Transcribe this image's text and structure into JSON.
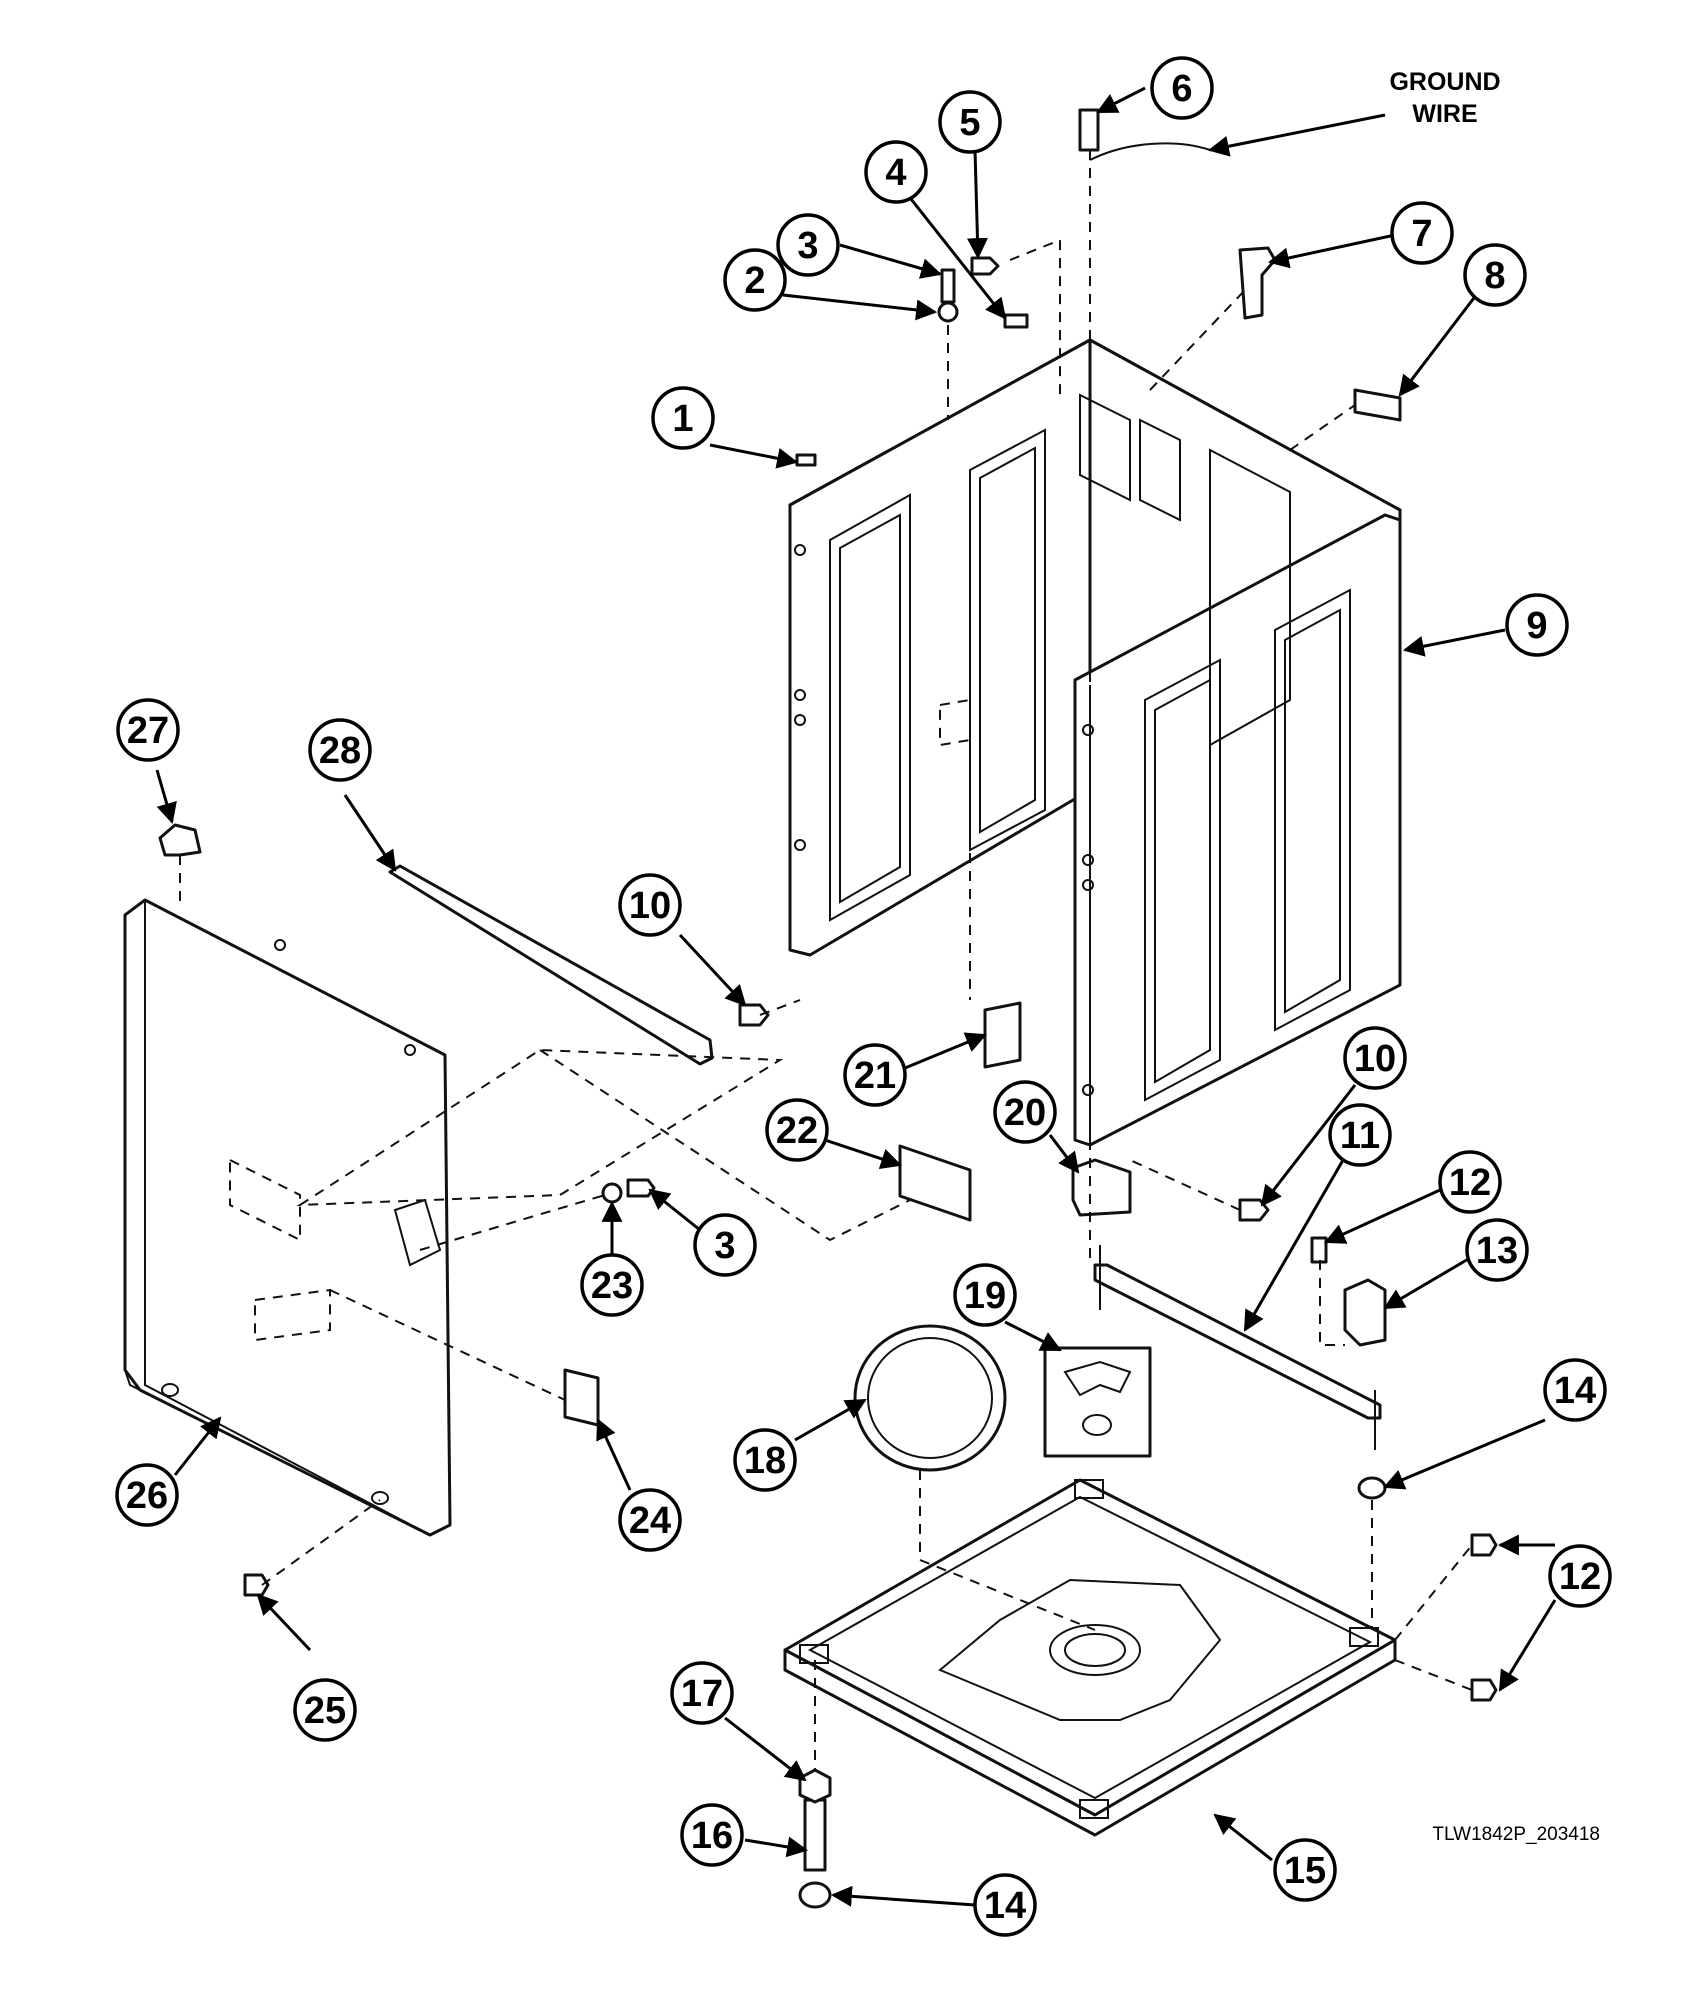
{
  "labels": {
    "ground_wire_line1": "GROUND",
    "ground_wire_line2": "WIRE",
    "drawing_code": "TLW1842P_203418"
  },
  "callouts": [
    {
      "id": "c1",
      "text": "1"
    },
    {
      "id": "c2",
      "text": "2"
    },
    {
      "id": "c3a",
      "text": "3"
    },
    {
      "id": "c4",
      "text": "4"
    },
    {
      "id": "c5",
      "text": "5"
    },
    {
      "id": "c6",
      "text": "6"
    },
    {
      "id": "c7",
      "text": "7"
    },
    {
      "id": "c8",
      "text": "8"
    },
    {
      "id": "c9",
      "text": "9"
    },
    {
      "id": "c10a",
      "text": "10"
    },
    {
      "id": "c10b",
      "text": "10"
    },
    {
      "id": "c11",
      "text": "11"
    },
    {
      "id": "c12a",
      "text": "12"
    },
    {
      "id": "c12b",
      "text": "12"
    },
    {
      "id": "c13",
      "text": "13"
    },
    {
      "id": "c14a",
      "text": "14"
    },
    {
      "id": "c14b",
      "text": "14"
    },
    {
      "id": "c15",
      "text": "15"
    },
    {
      "id": "c16",
      "text": "16"
    },
    {
      "id": "c17",
      "text": "17"
    },
    {
      "id": "c18",
      "text": "18"
    },
    {
      "id": "c19",
      "text": "19"
    },
    {
      "id": "c20",
      "text": "20"
    },
    {
      "id": "c21",
      "text": "21"
    },
    {
      "id": "c22",
      "text": "22"
    },
    {
      "id": "c23",
      "text": "23"
    },
    {
      "id": "c3b",
      "text": "3"
    },
    {
      "id": "c24",
      "text": "24"
    },
    {
      "id": "c25",
      "text": "25"
    },
    {
      "id": "c26",
      "text": "26"
    },
    {
      "id": "c27",
      "text": "27"
    },
    {
      "id": "c28",
      "text": "28"
    }
  ]
}
